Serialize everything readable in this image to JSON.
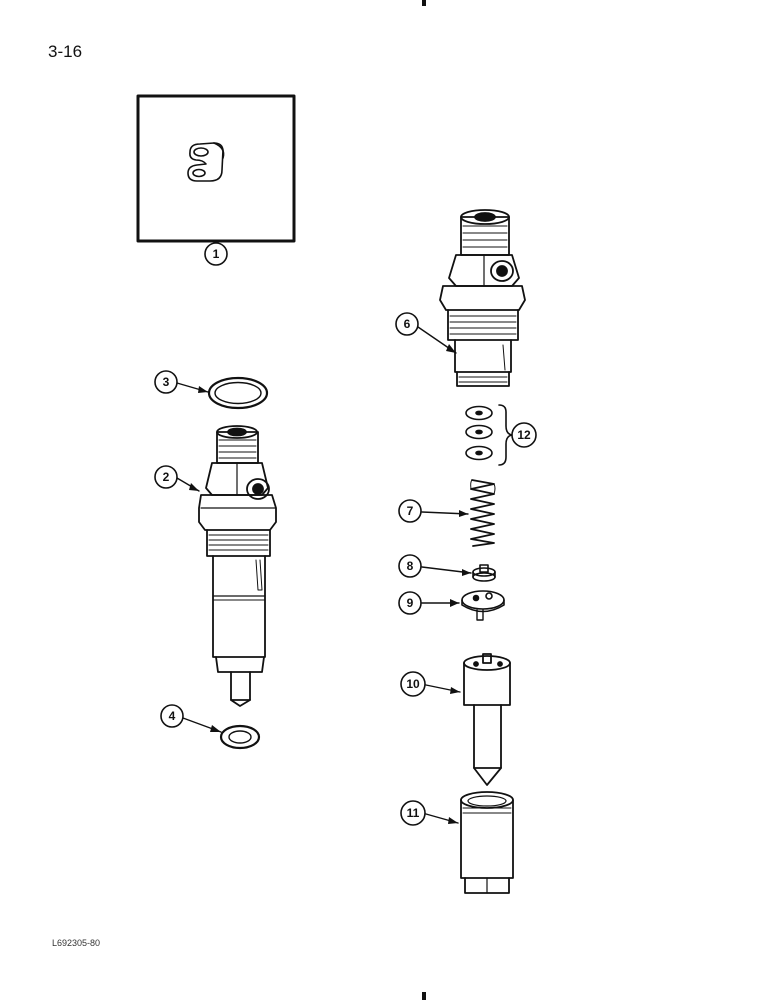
{
  "page_number": "3-16",
  "figure_code": "L692305-80",
  "callouts": [
    "1",
    "2",
    "3",
    "4",
    "6",
    "7",
    "8",
    "9",
    "10",
    "11",
    "12"
  ],
  "parts": [
    "clip-bracket",
    "injector-assembly",
    "upper-seal-ring",
    "lower-washer",
    "injector-body",
    "spring",
    "spring-seat",
    "spacer",
    "nozzle",
    "nozzle-nut",
    "shim-stack"
  ]
}
